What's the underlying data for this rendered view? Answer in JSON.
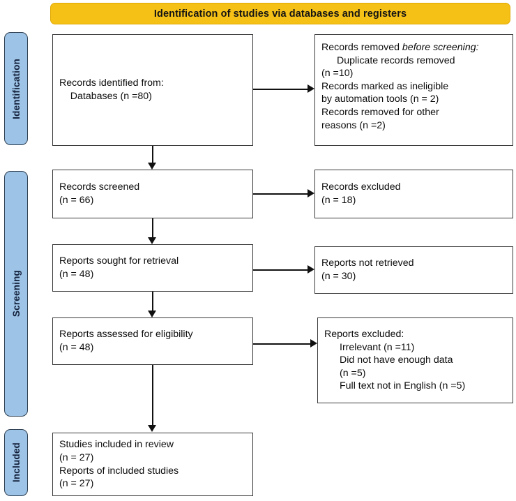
{
  "banner": {
    "title": "Identification of studies via databases and registers",
    "color": "#F6C116"
  },
  "stages": {
    "accent_color": "#9DC3E6",
    "identification": "Identification",
    "screening": "Screening",
    "included": "Included"
  },
  "boxes": {
    "records_identified": {
      "line1": "Records identified from:",
      "line2": "    Databases (n =80)"
    },
    "records_removed": {
      "heading_plain": "Records removed ",
      "heading_italic": "before screening",
      "heading_colon": ":",
      "item1_a": "Duplicate records removed",
      "item1_b": "(n =10)",
      "item2_a": "Records marked as ineligible",
      "item2_b": "by automation tools (n = 2)",
      "item3_a": "Records removed for other",
      "item3_b": "reasons (n =2)"
    },
    "records_screened": {
      "line1": "Records screened",
      "line2": "(n = 66)"
    },
    "records_excluded": {
      "line1": "Records excluded",
      "line2": "(n = 18)"
    },
    "reports_sought": {
      "line1": "Reports sought for retrieval",
      "line2": "(n = 48)"
    },
    "reports_not_retrieved": {
      "line1": "Reports not retrieved",
      "line2": "(n = 30)"
    },
    "reports_assessed": {
      "line1": "Reports assessed for eligibility",
      "line2": "(n = 48)"
    },
    "reports_excluded": {
      "heading": "Reports excluded:",
      "item1": "Irrelevant (n =11)",
      "item2_a": "Did not have enough data",
      "item2_b": "(n =5)",
      "item3": "Full text not in English (n =5)"
    },
    "studies_included": {
      "line1": "Studies included in review",
      "line2": "(n = 27)",
      "line3": "Reports of included studies",
      "line4": "(n = 27)"
    }
  },
  "flow_data": {
    "type": "prisma-flow",
    "identified": 80,
    "duplicates_removed": 10,
    "ineligible_automation": 2,
    "removed_other": 2,
    "screened": 66,
    "excluded": 18,
    "sought_for_retrieval": 48,
    "not_retrieved": 30,
    "assessed_for_eligibility": 48,
    "excluded_irrelevant": 11,
    "excluded_not_enough_data": 5,
    "excluded_not_english": 5,
    "included_studies": 27,
    "included_reports": 27
  }
}
